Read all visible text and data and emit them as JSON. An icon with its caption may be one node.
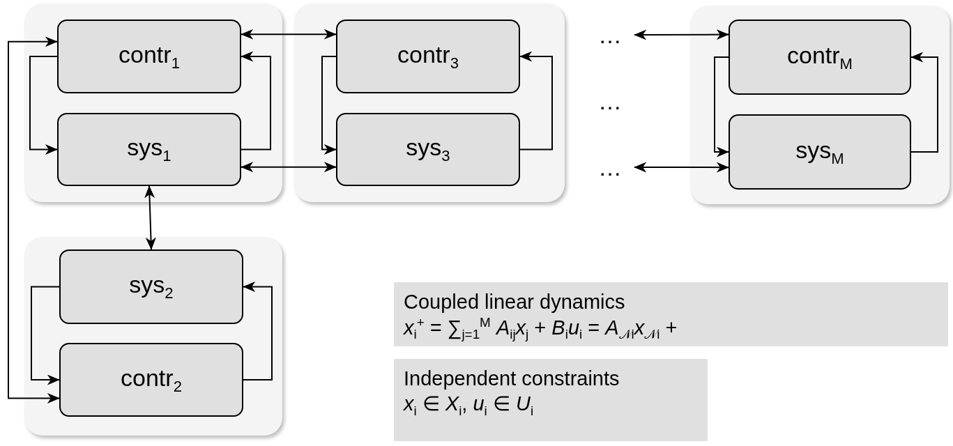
{
  "diagram": {
    "nodes": [
      {
        "text": [],
        "shape": "box"
      },
      {
        "text": [
          "contr$_{1}$"
        ],
        "in": 0
      },
      {
        "text": [
          "sys$_{1}$"
        ],
        "in": 0
      },
      {
        "text": [],
        "shape": "box"
      },
      {
        "text": [
          "contr$_{3}$"
        ],
        "in": 3
      },
      {
        "text": [
          "sys$_{3}$"
        ],
        "in": 3
      },
      {
        "text": [
          "…"
        ]
      },
      {
        "text": [
          "…"
        ]
      },
      {
        "text": [],
        "shape": "box"
      },
      {
        "text": [
          "contr$_{M}$"
        ],
        "in": 8
      },
      {
        "text": [
          "sys$_{M}$"
        ],
        "in": 8
      },
      {
        "text": [],
        "shape": "box"
      },
      {
        "text": [
          "sys$_{2}$"
        ],
        "in": 11
      },
      {
        "text": [
          "contr$_{2}$"
        ],
        "in": 11
      },
      {
        "text": [
          "Coupled linear dynamics",
          "*x*$_{i}$$^{+}$ = ∑$_{j=1}$$^{M}$ *A*$_{ij}$*x*$_{j}$ + *B*$_{i}$*u*$_{i}$ = *A*$_{𝒩i}$*x*$_{𝒩i}$ +"
        ]
      },
      {
        "text": [
          "Independent constraints",
          "*x*$_{i}$ ∈ *X*$_{i}$, *u*$_{i}$ ∈ *U*$_{i}$"
        ]
      }
    ],
    "edges": [
      {
        "from": 1,
        "to": 2,
        "arrow": "to"
      },
      {
        "from": 2,
        "to": 1,
        "arrow": "to"
      },
      {
        "from": 1,
        "to": 4,
        "arrow": "both"
      },
      {
        "from": 2,
        "to": 5,
        "arrow": "both"
      },
      {
        "from": 4,
        "to": 5,
        "arrow": "to"
      },
      {
        "from": 5,
        "to": 4,
        "arrow": "to"
      },
      {
        "from": 6,
        "to": 9,
        "arrow": "both"
      },
      {
        "from": 7,
        "to": 10,
        "arrow": "both"
      },
      {
        "from": 9,
        "to": 10,
        "arrow": "to"
      },
      {
        "from": 10,
        "to": 9,
        "arrow": "to"
      },
      {
        "from": 2,
        "to": 12,
        "arrow": "both"
      },
      {
        "from": 12,
        "to": 13,
        "arrow": "to"
      },
      {
        "from": 13,
        "to": 12,
        "arrow": "to"
      },
      {
        "from": 1,
        "to": 13,
        "arrow": "both"
      }
    ],
    "labels": [
      "…"
    ]
  }
}
